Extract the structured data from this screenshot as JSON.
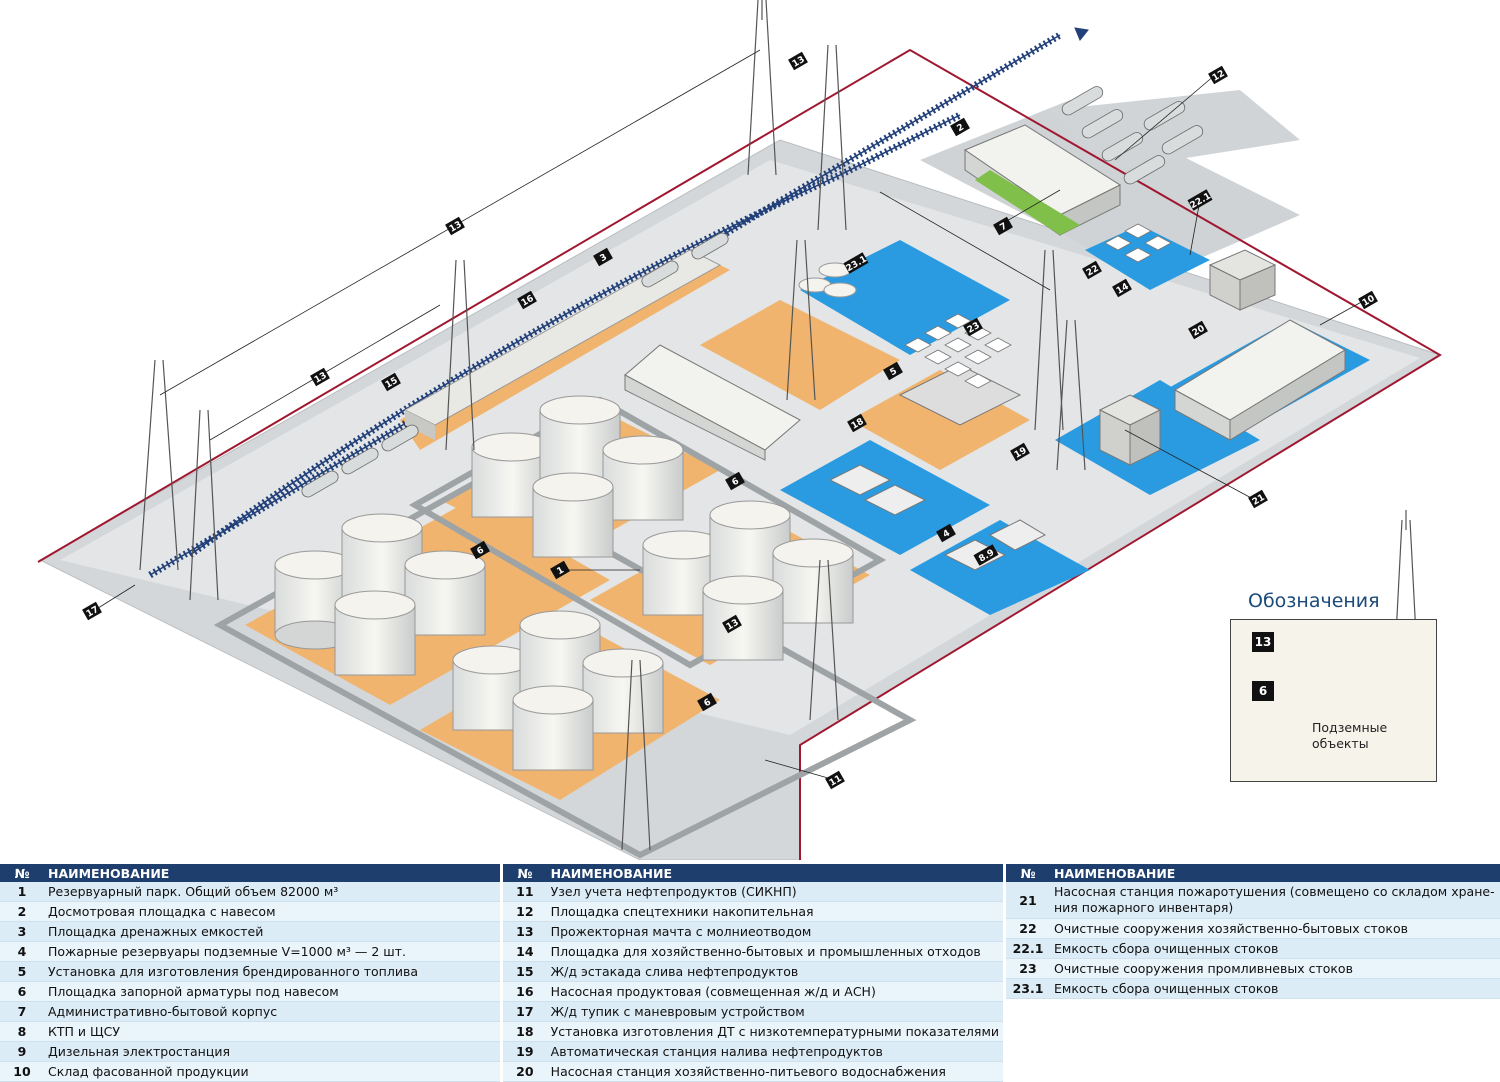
{
  "legend": {
    "title": "Обозначения",
    "item_mast_num": "13",
    "item_valve_num": "6",
    "underground_label": "Подземные объекты"
  },
  "map_labels": [
    "1",
    "2",
    "3",
    "4",
    "5",
    "6",
    "6",
    "6",
    "7",
    "8.9",
    "10",
    "11",
    "12",
    "13",
    "13",
    "13",
    "13",
    "14",
    "15",
    "16",
    "17",
    "18",
    "19",
    "20",
    "21",
    "22",
    "22.1",
    "23",
    "23.1"
  ],
  "table": {
    "col_num": "№",
    "col_name": "НАИМЕНОВАНИЕ",
    "columns": [
      [
        {
          "num": "1",
          "name": "Резервуарный парк. Общий объем 82000 м³"
        },
        {
          "num": "2",
          "name": "Досмотровая площадка с навесом"
        },
        {
          "num": "3",
          "name": "Площадка дренажных емкостей"
        },
        {
          "num": "4",
          "name": "Пожарные резервуары подземные V=1000 м³ — 2 шт."
        },
        {
          "num": "5",
          "name": "Установка для изготовления брендированного топлива"
        },
        {
          "num": "6",
          "name": "Площадка запорной арматуры под навесом"
        },
        {
          "num": "7",
          "name": "Административно-бытовой корпус"
        },
        {
          "num": "8",
          "name": "КТП и ЩСУ"
        },
        {
          "num": "9",
          "name": "Дизельная электростанция"
        },
        {
          "num": "10",
          "name": "Склад фасованной продукции"
        }
      ],
      [
        {
          "num": "11",
          "name": "Узел учета нефтепродуктов (СИКНП)"
        },
        {
          "num": "12",
          "name": "Площадка спецтехники накопительная"
        },
        {
          "num": "13",
          "name": "Прожекторная мачта с молниеотводом"
        },
        {
          "num": "14",
          "name": "Площадка для хозяйственно-бытовых и промышленных отходов"
        },
        {
          "num": "15",
          "name": "Ж/д эстакада слива нефтепродуктов"
        },
        {
          "num": "16",
          "name": "Насосная продуктовая (совмещенная ж/д и АСН)"
        },
        {
          "num": "17",
          "name": "Ж/д тупик с маневровым устройством"
        },
        {
          "num": "18",
          "name": "Установка изготовления ДТ с низкотемпературными показателями"
        },
        {
          "num": "19",
          "name": "Автоматическая станция налива нефтепродуктов"
        },
        {
          "num": "20",
          "name": "Насосная станция хозяйственно-питьевого водоснабжения"
        }
      ],
      [
        {
          "num": "21",
          "name": "Насосная станция пожаротушения (совмещено со складом хране-ния пожарного инвентаря)"
        },
        {
          "num": "22",
          "name": "Очистные сооружения хозяйственно-бытовых стоков"
        },
        {
          "num": "22.1",
          "name": "Емкость сбора очищенных стоков"
        },
        {
          "num": "23",
          "name": "Очистные сооружения промливневых стоков"
        },
        {
          "num": "23.1",
          "name": "Емкость сбора очищенных стоков"
        }
      ]
    ]
  },
  "colors": {
    "header": "#1e3f6e",
    "fence": "#a01830",
    "rail": "#22407a",
    "sand": "#f0b46e",
    "water": "#2a9be0",
    "road": "#cfd3d6"
  }
}
